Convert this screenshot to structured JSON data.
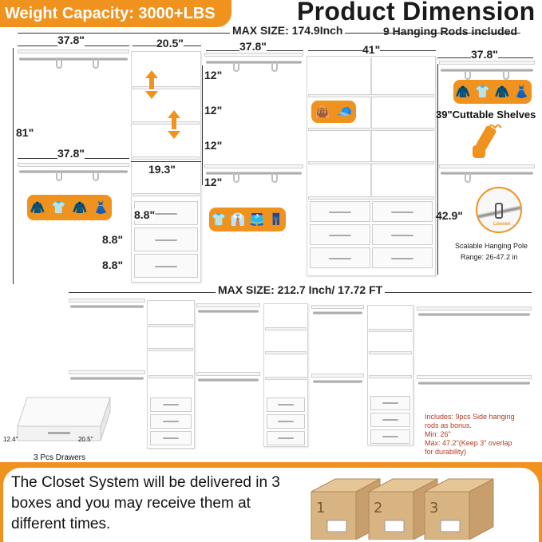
{
  "header": {
    "weight_capacity": "Weight Capacity: 3000+LBS",
    "title": "Product Dimension",
    "max_size_top": "MAX SIZE: 174.9Inch",
    "hanging_rods": "9 Hanging Rods included"
  },
  "top_dimensions": {
    "w1": "37.8\"",
    "w2": "20.5\"",
    "w3": "37.8\"",
    "w4": "41\"",
    "w5": "37.8\"",
    "height": "81\"",
    "lower_rod": "37.8\"",
    "shelf_width": "19.3\"",
    "shelf_gaps": [
      "12\"",
      "12\"",
      "12\"",
      "12\""
    ],
    "drawer_heights": [
      "8.8\"",
      "8.8\"",
      "8.8\""
    ],
    "cuttable_shelves": "39\"Cuttable Shelves",
    "rod_height": "42.9\""
  },
  "scalable_pole": {
    "loosen": "Loosen",
    "label": "Scalable Hanging Pole",
    "range": "Range: 26-47.2 in"
  },
  "bottom_section": {
    "max_size": "MAX SIZE: 212.7 Inch/ 17.72 FT",
    "drawer_depth": "12.4\"",
    "drawer_width": "20.5\"",
    "drawers_label": "3 Pcs Drawers",
    "includes_note": [
      "Includes: 9pcs Side hanging",
      "rods as bonus.",
      "Min: 26\"",
      "Max: 47.2\"(Keep 3\" overlap",
      "for durability)"
    ]
  },
  "delivery": {
    "text": "The Closet System will be delivered in 3 boxes and you may receive them at different times.",
    "box_numbers": [
      "1",
      "2",
      "3"
    ]
  },
  "colors": {
    "accent": "#f0921e",
    "note_red": "#b33a1f",
    "cardboard": "#d9b483"
  },
  "icons": [
    "clothes-hanger-icon",
    "bag-icon",
    "cap-icon",
    "tshirt-icon",
    "shorts-icon",
    "pants-icon",
    "dress-icon",
    "saw-icon",
    "lock-clip-icon",
    "arrow-icon"
  ]
}
